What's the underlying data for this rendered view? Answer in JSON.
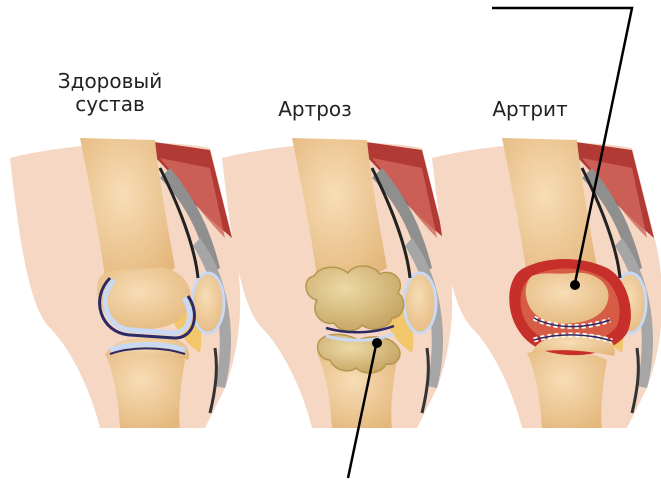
{
  "labels": {
    "healthy_line1": "Здоровый",
    "healthy_line2": "сустав",
    "arthrosis": "Артроз",
    "arthritis": "Артрит"
  },
  "colors": {
    "skin": "#f5d7c3",
    "bone": "#f2d3a2",
    "bone_shade": "#e3b678",
    "cartilage": "#c9d8f3",
    "cartilage_edge": "#2b2a66",
    "ligament": "#9e9e9e",
    "muscle": "#b23a35",
    "fat": "#f2c66a",
    "osteophyte": "#d8be86",
    "inflamed": "#c7302a",
    "pointer": "#000000"
  }
}
